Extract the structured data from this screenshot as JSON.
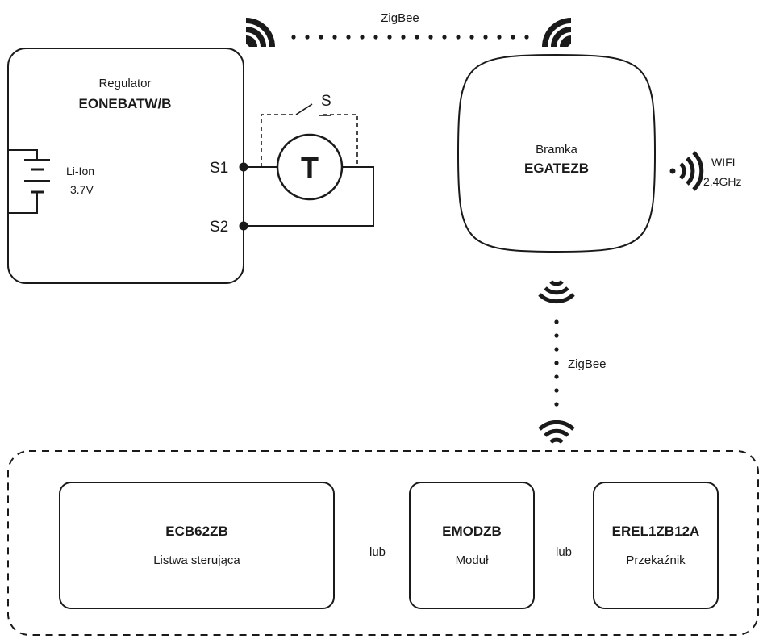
{
  "regulator": {
    "title": "Regulator",
    "model": "EONEBATW/B",
    "battery_label_line1": "Li-Ion",
    "battery_label_line2": "3.7V",
    "terminal_s1": "S1",
    "terminal_s2": "S2",
    "sensor_symbol": "T",
    "switch_label": "S"
  },
  "gateway": {
    "title": "Bramka",
    "model": "EGATEZB",
    "wifi_line1": "WIFI",
    "wifi_line2": "2,4GHz"
  },
  "links": {
    "top_protocol": "ZigBee",
    "vertical_protocol": "ZigBee"
  },
  "devices": [
    {
      "model": "ECB62ZB",
      "description": "Listwa sterująca"
    },
    {
      "model": "EMODZB",
      "description": "Moduł"
    },
    {
      "model": "EREL1ZB12A",
      "description": "Przekaźnik"
    }
  ],
  "connectors": [
    "lub",
    "lub"
  ],
  "icons": [
    "zigbee-wave-icon",
    "wifi-broadcast-icon",
    "battery-icon",
    "temperature-sensor-icon",
    "switch-icon"
  ]
}
